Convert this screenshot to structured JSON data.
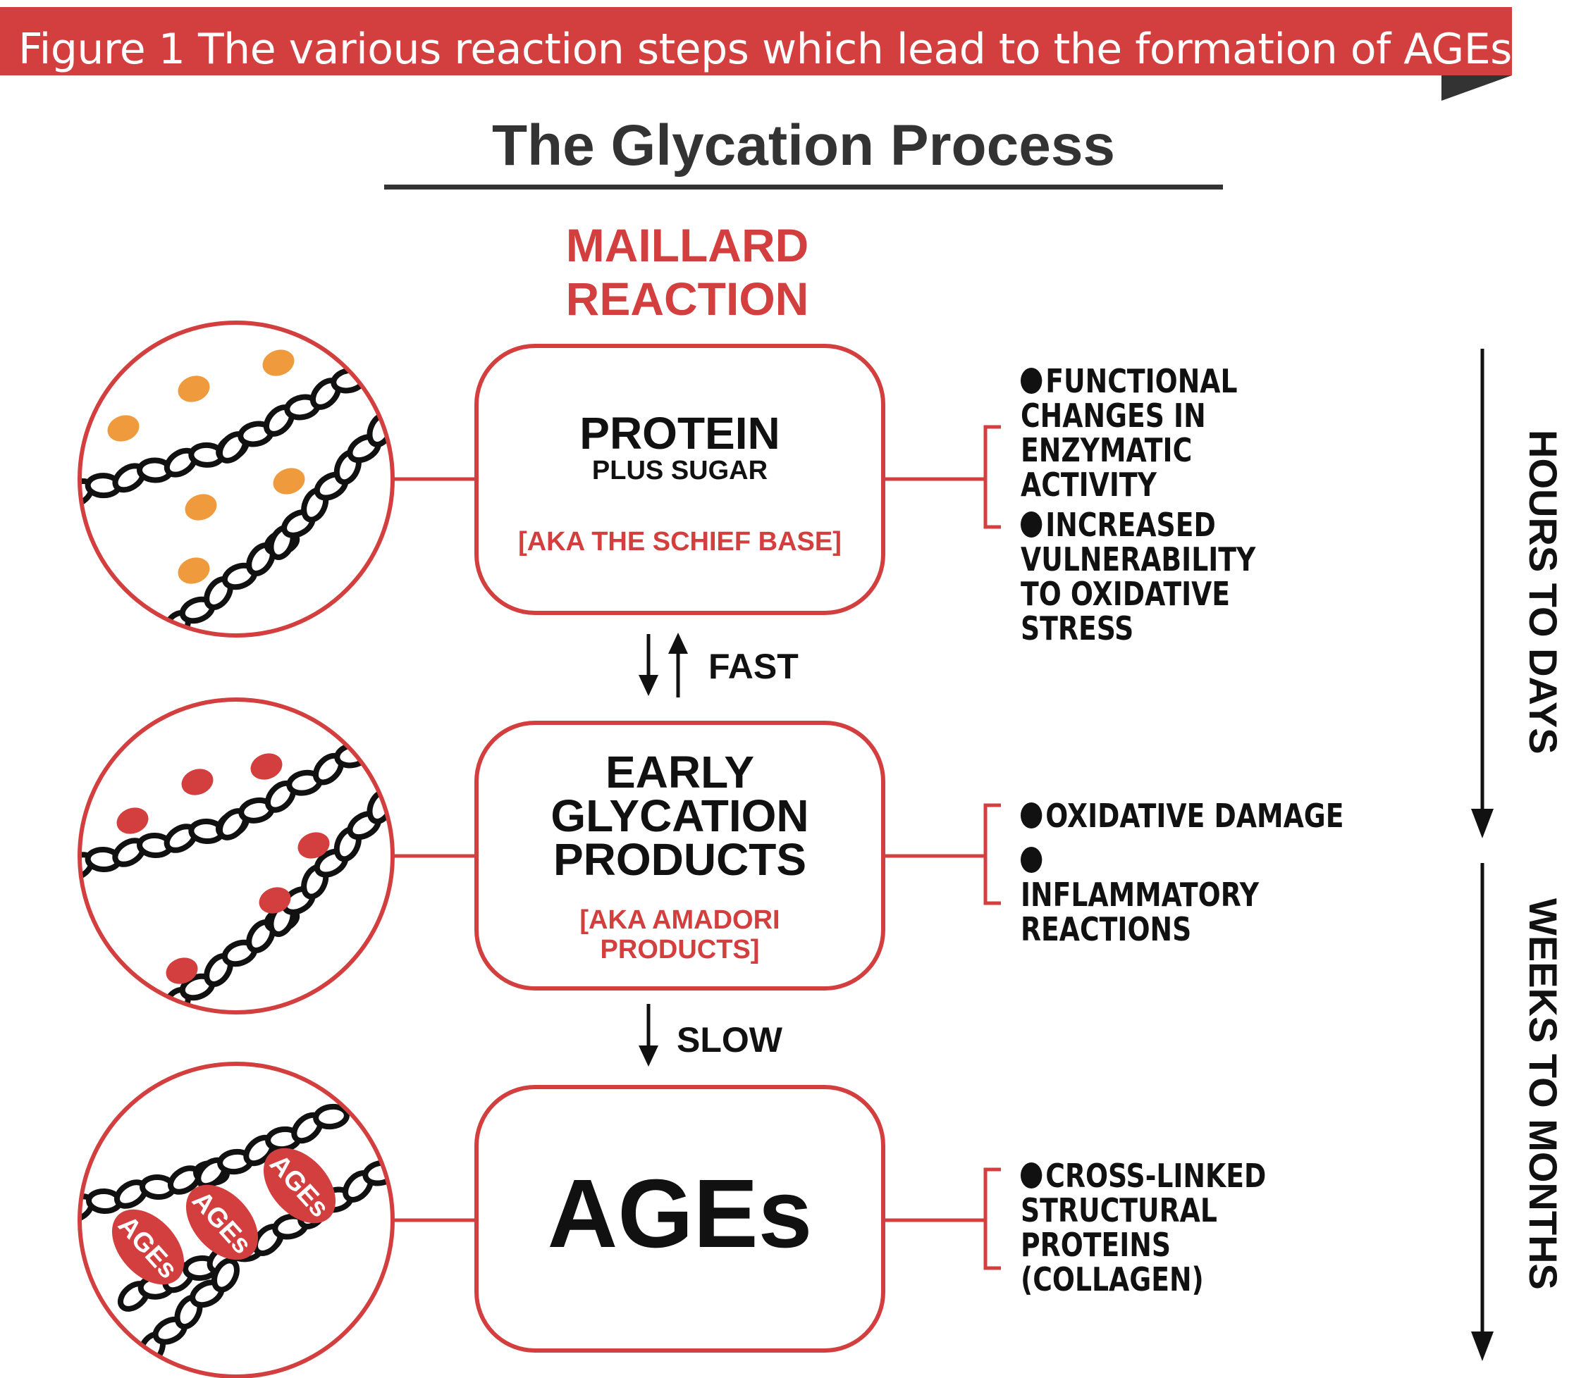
{
  "caption": "Figure 1 The various reaction steps which lead to the formation of AGEs",
  "title": "The Glycation Process",
  "reaction_label": "MAILLARD REACTION",
  "stages": [
    {
      "heading": "PROTEIN",
      "subheading": "PLUS SUGAR",
      "aka": "[AKA THE SCHIEF BASE]",
      "effects": [
        "FUNCTIONAL CHANGES IN ENZYMATIC ACTIVITY",
        "INCREASED VULNERABILITY TO OXIDATIVE STRESS"
      ]
    },
    {
      "heading": "EARLY GLYCATION PRODUCTS",
      "aka": "[AKA AMADORI PRODUCTS]",
      "effects": [
        "OXIDATIVE DAMAGE",
        "INFLAMMATORY REACTIONS"
      ]
    },
    {
      "heading": "AGEs",
      "effects": [
        "CROSS-LINKED STRUCTURAL PROTEINS (COLLAGEN)"
      ]
    }
  ],
  "transitions": [
    "FAST",
    "SLOW"
  ],
  "timescales": [
    "HOURS TO DAYS",
    "WEEKS TO MONTHS"
  ],
  "marker_label": "AGEs",
  "colors": {
    "accent": "#d33f3f",
    "sugar": "#ef9a3c",
    "text": "#111111",
    "title": "#333333"
  }
}
